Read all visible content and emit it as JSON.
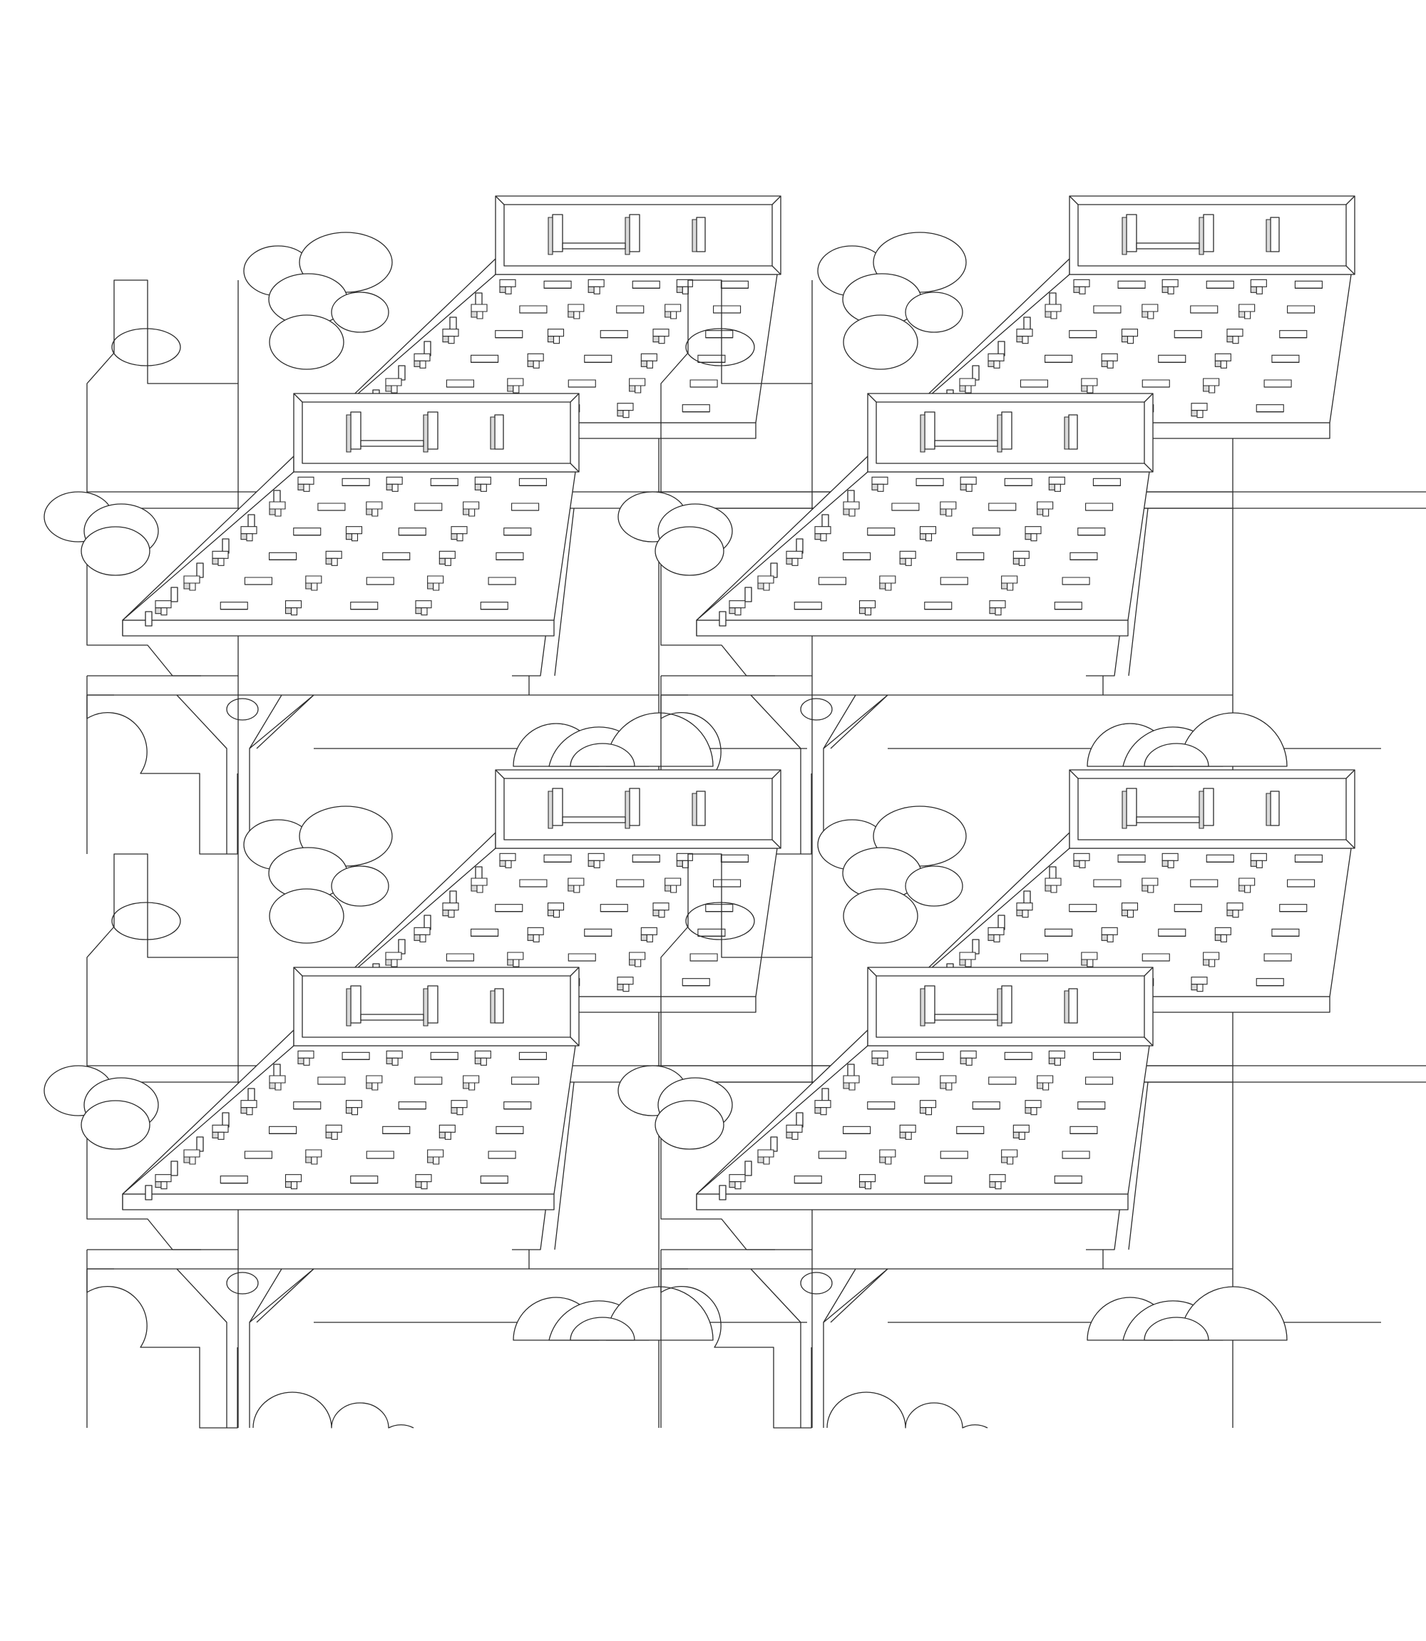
{
  "colors": {
    "background": "#ffffff",
    "line": "#2b2b2b",
    "shade": "#d9d9d9"
  },
  "pattern": {
    "motif": "isometric-calculator",
    "tile_columns": 2,
    "tile_rows": 2
  }
}
